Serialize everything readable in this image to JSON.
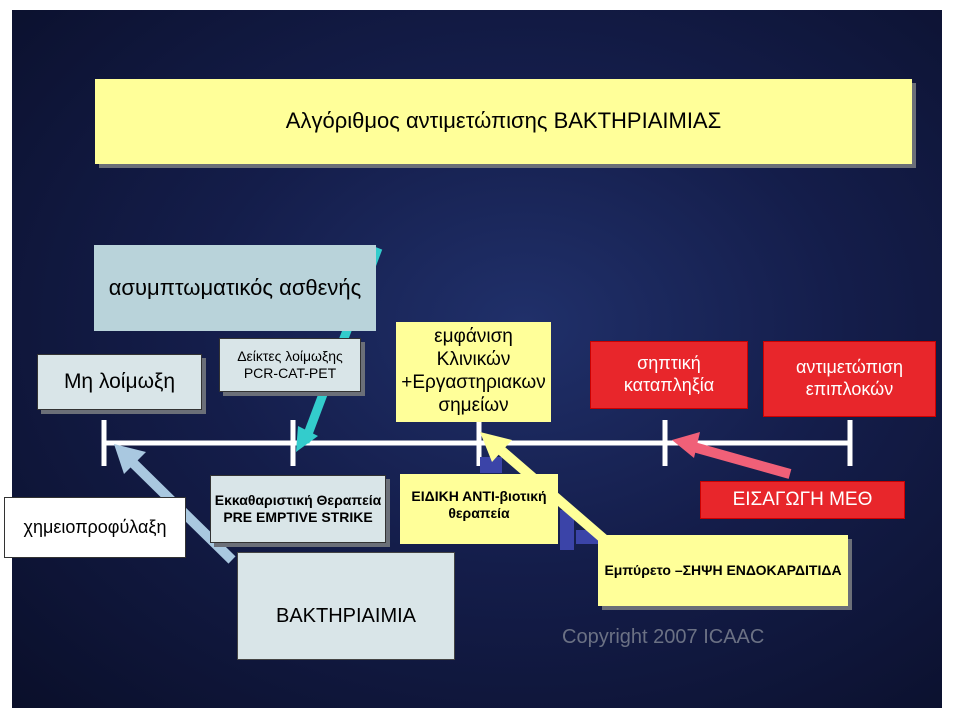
{
  "title": "Αλγόριθμος αντιμετώπισης ΒΑΚΤΗΡΙΑΙΜΙΑΣ",
  "boxes": {
    "asymptomatic": "ασυμπτωματικός ασθενής",
    "no_infection": "Μη λοίμωξη",
    "indices": "Δείκτες λοίμωξης PCR-CAT-PET",
    "clinical": "εμφάνιση Κλινικών +Εργαστηριακων σημείων",
    "septic_shock": "σηπτική καταπληξία",
    "complications": "αντιμετώπιση επιπλοκών",
    "chemoprophylaxis": "χημειοπροφύλαξη",
    "clearing": "Εκκαθαριστική Θεραπεία PRE EMPTIVE STRIKE",
    "specific": "ΕΙΔΙΚΗ ΑΝΤΙ-βιοτική θεραπεία",
    "icu": "ΕΙΣΑΓΩΓΗ ΜΕΘ",
    "febrile": "Εμπύρετο –ΣΗΨΗ ΕΝΔΟΚΑΡΔΙΤΙΔΑ",
    "bacteremia": "ΒΑΚΤΗΡΙΑΙΜΙΑ"
  },
  "copyright": "Copyright 2007 ICAAC",
  "colors": {
    "background": "#141d4a",
    "yellow": "#ffff99",
    "red": "#e8262b",
    "arrow_cyan": "#33cccc",
    "arrow_pink": "#f06078",
    "arrow_lightblue": "#a9c8e0",
    "arrow_yellow": "#ffff99"
  }
}
